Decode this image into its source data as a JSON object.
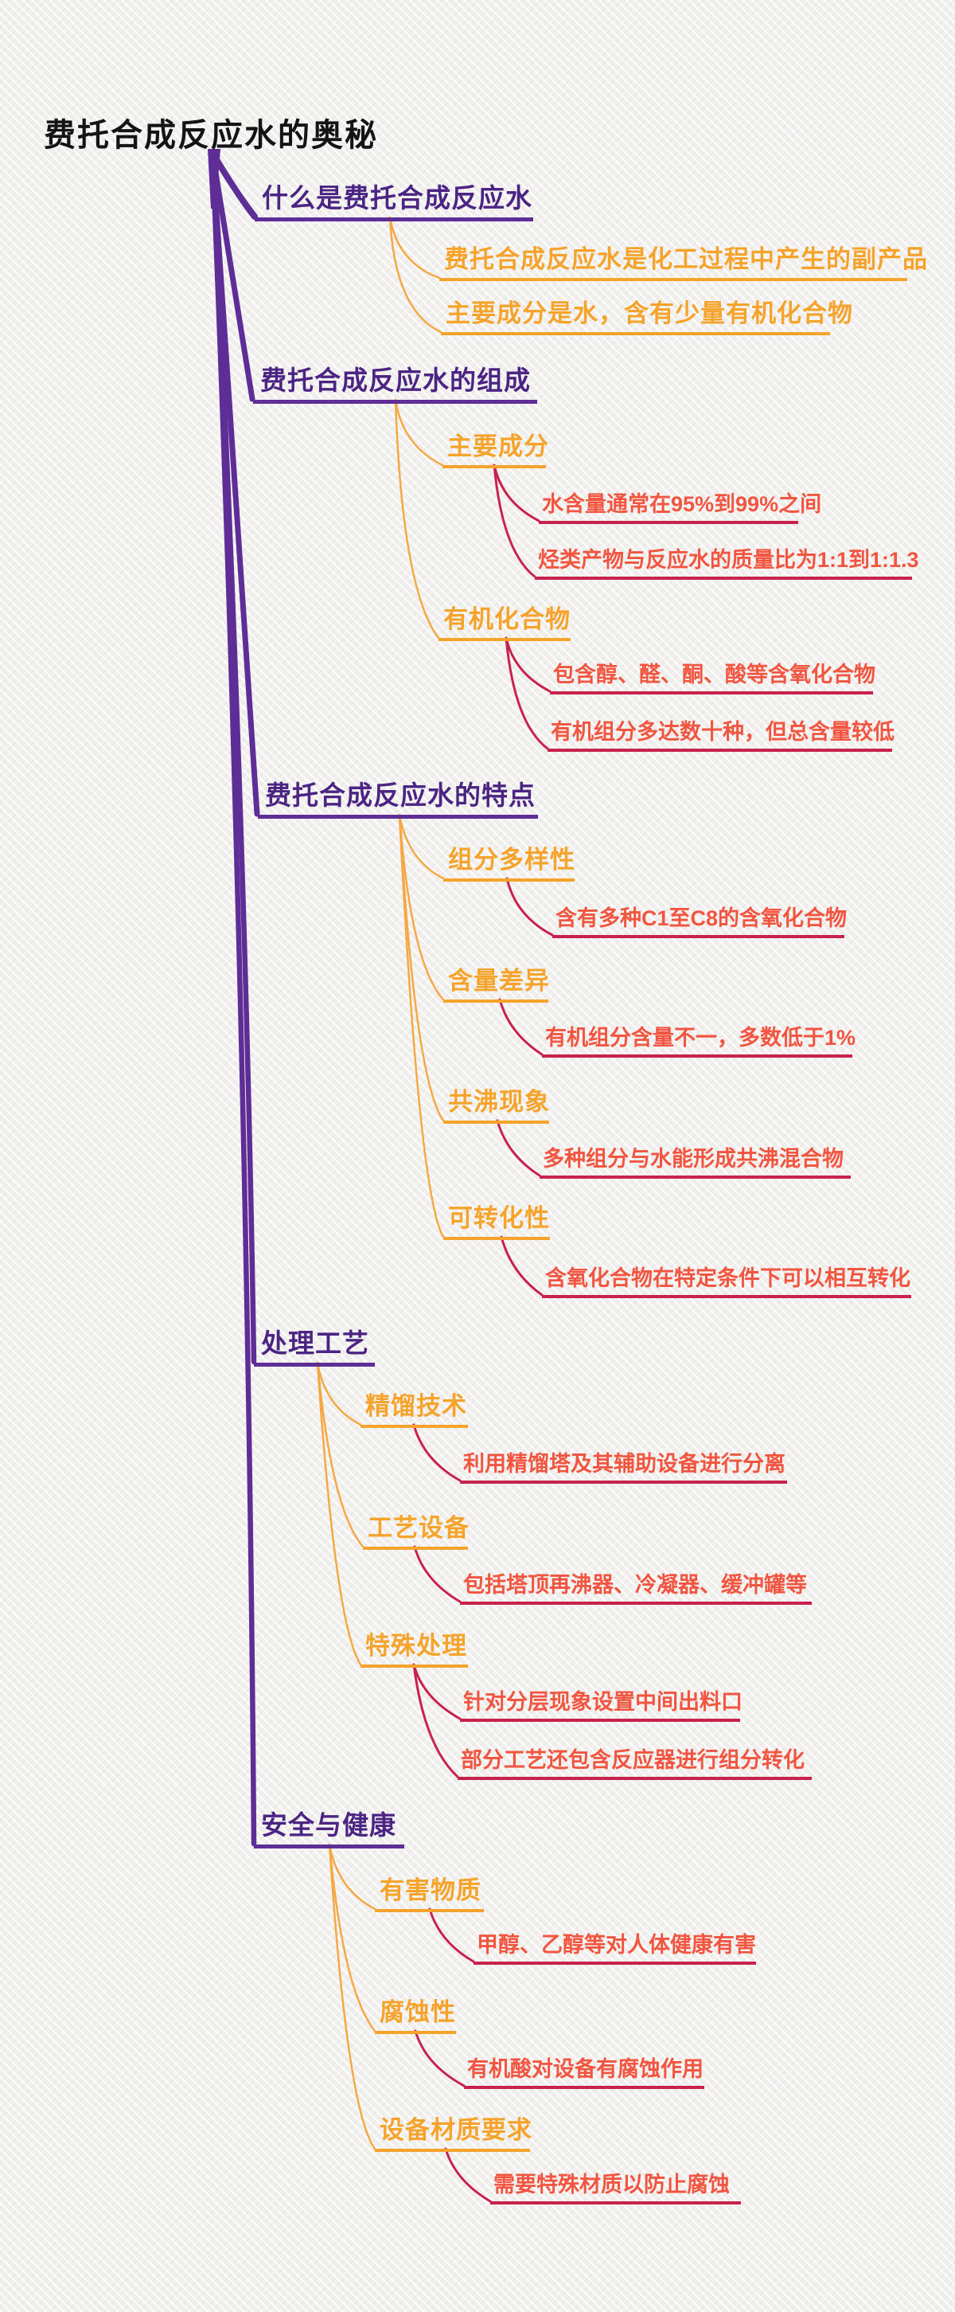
{
  "title": "费托合成反应水的奥秘",
  "colors": {
    "title_text": "#141414",
    "branch_line": "#5e2d96",
    "branch_text": "#4b2483",
    "subtopic": "#f5a32b",
    "detail_text": "#f15540",
    "detail_line": "#c8224c",
    "background": "#f1f0ee"
  },
  "mindmap": {
    "branches": [
      {
        "label": "什么是费托合成反应水",
        "children": [
          {
            "label": "费托合成反应水是化工过程中产生的副产品"
          },
          {
            "label": "主要成分是水，含有少量有机化合物"
          }
        ]
      },
      {
        "label": "费托合成反应水的组成",
        "children": [
          {
            "label": "主要成分",
            "children": [
              {
                "label": "水含量通常在95%到99%之间"
              },
              {
                "label": "烃类产物与反应水的质量比为1:1到1:1.3"
              }
            ]
          },
          {
            "label": "有机化合物",
            "children": [
              {
                "label": "包含醇、醛、酮、酸等含氧化合物"
              },
              {
                "label": "有机组分多达数十种，但总含量较低"
              }
            ]
          }
        ]
      },
      {
        "label": "费托合成反应水的特点",
        "children": [
          {
            "label": "组分多样性",
            "children": [
              {
                "label": "含有多种C1至C8的含氧化合物"
              }
            ]
          },
          {
            "label": "含量差异",
            "children": [
              {
                "label": "有机组分含量不一，多数低于1%"
              }
            ]
          },
          {
            "label": "共沸现象",
            "children": [
              {
                "label": "多种组分与水能形成共沸混合物"
              }
            ]
          },
          {
            "label": "可转化性",
            "children": [
              {
                "label": "含氧化合物在特定条件下可以相互转化"
              }
            ]
          }
        ]
      },
      {
        "label": "处理工艺",
        "children": [
          {
            "label": "精馏技术",
            "children": [
              {
                "label": "利用精馏塔及其辅助设备进行分离"
              }
            ]
          },
          {
            "label": "工艺设备",
            "children": [
              {
                "label": "包括塔顶再沸器、冷凝器、缓冲罐等"
              }
            ]
          },
          {
            "label": "特殊处理",
            "children": [
              {
                "label": "针对分层现象设置中间出料口"
              },
              {
                "label": "部分工艺还包含反应器进行组分转化"
              }
            ]
          }
        ]
      },
      {
        "label": "安全与健康",
        "children": [
          {
            "label": "有害物质",
            "children": [
              {
                "label": "甲醇、乙醇等对人体健康有害"
              }
            ]
          },
          {
            "label": "腐蚀性",
            "children": [
              {
                "label": "有机酸对设备有腐蚀作用"
              }
            ]
          },
          {
            "label": "设备材质要求",
            "children": [
              {
                "label": "需要特殊材质以防止腐蚀"
              }
            ]
          }
        ]
      }
    ]
  }
}
